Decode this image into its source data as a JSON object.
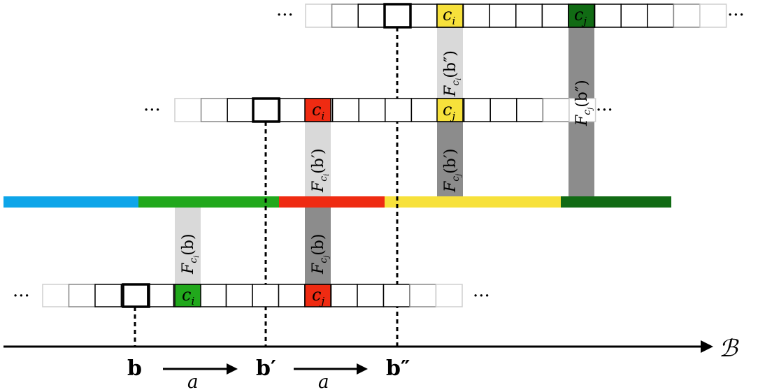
{
  "row_bottom": {
    "left_dots": "···",
    "right_dots": "···",
    "ci": "c",
    "ci_sub": "i",
    "cj": "c",
    "cj_sub": "j"
  },
  "row_middle": {
    "left_dots": "···",
    "right_dots": "···",
    "ci": "c",
    "ci_sub": "i",
    "cj": "c",
    "cj_sub": "j"
  },
  "row_top": {
    "left_dots": "···",
    "right_dots": "···",
    "ci": "c",
    "ci_sub": "i",
    "cj": "c",
    "cj_sub": "j"
  },
  "bars": {
    "bottom_ci": {
      "F": "F",
      "sub": "c",
      "subsub": "i",
      "arg": "(b)"
    },
    "bottom_cj": {
      "F": "F",
      "sub": "c",
      "subsub": "j",
      "arg": "(b)"
    },
    "mid_ci": {
      "F": "F",
      "sub": "c",
      "subsub": "i",
      "arg": "(b′)"
    },
    "mid_cj": {
      "F": "F",
      "sub": "c",
      "subsub": "j",
      "arg": "(b′)"
    },
    "top_ci": {
      "F": "F",
      "sub": "c",
      "subsub": "i",
      "arg": "(b″)"
    },
    "top_cj": {
      "F": "F",
      "sub": "c",
      "subsub": "j",
      "arg": "(b″)"
    }
  },
  "axis": {
    "label": "ℬ",
    "b": "b",
    "b_prime": "b′",
    "b_double_prime": "b″",
    "shift_1": "a",
    "shift_2": "a"
  },
  "colors": {
    "blue": "#0ea5e9",
    "green": "#21a81c",
    "red": "#ef2b12",
    "yellow": "#f7e13b",
    "dark_green": "#116b14",
    "light_gray": "#d9d9d9",
    "dark_gray": "#8c8c8c"
  }
}
